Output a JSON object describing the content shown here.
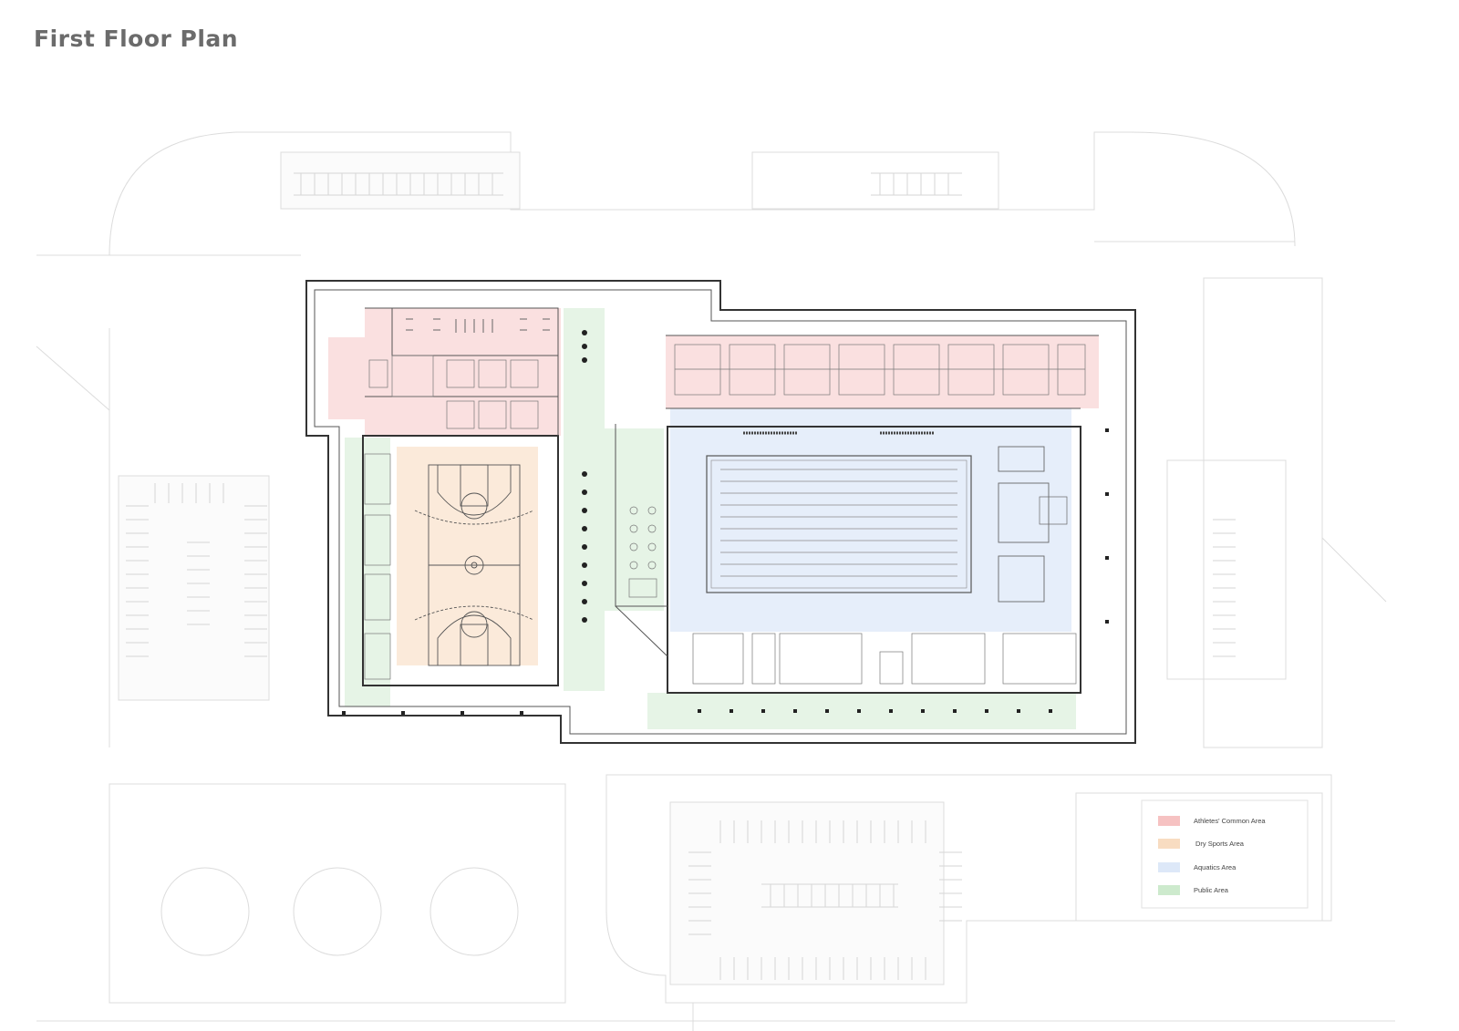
{
  "title": "First Floor Plan",
  "legend": [
    {
      "label": "Athletes' Common Area",
      "color": "#f6c2c2"
    },
    {
      "label": "Dry Sports Area",
      "color": "#f8dcc1"
    },
    {
      "label": "Aquatics Area",
      "color": "#dde8f8"
    },
    {
      "label": "Public Area",
      "color": "#cdeacd"
    }
  ],
  "colors": {
    "walls": "#333333",
    "context_lines": "#dcdcdc",
    "title": "#6b6b6b"
  }
}
